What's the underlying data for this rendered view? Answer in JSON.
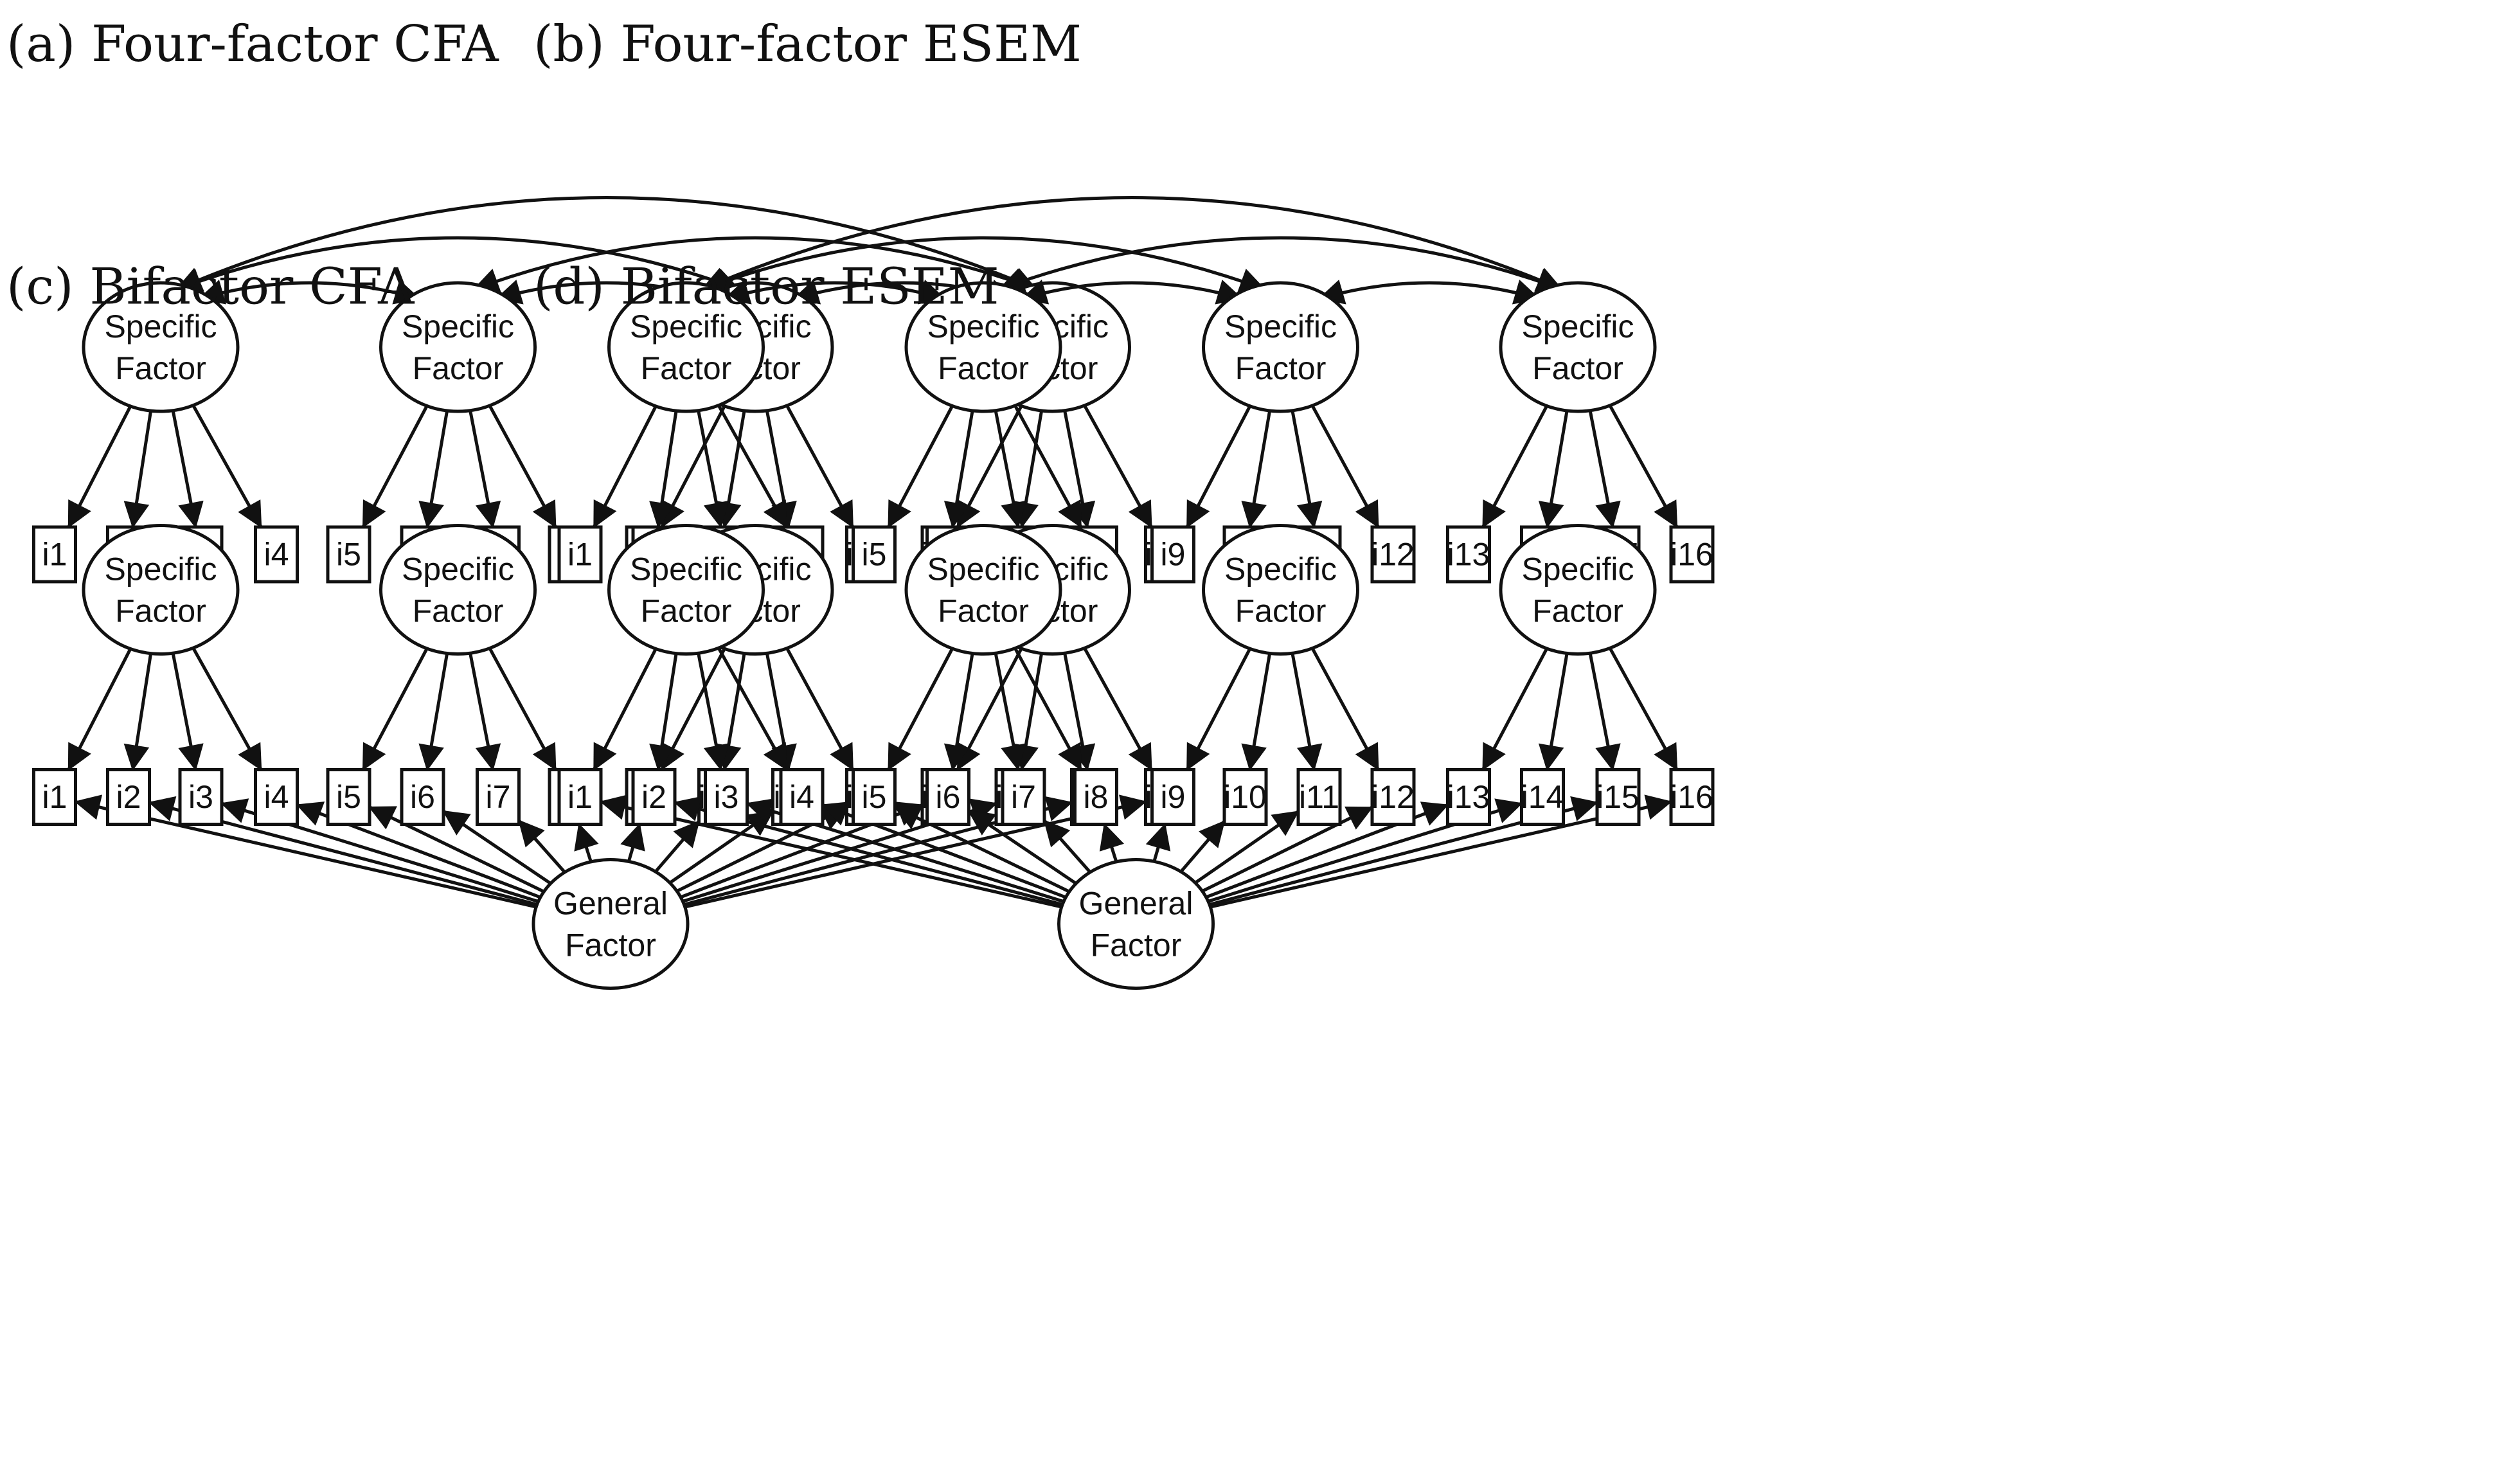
{
  "panels": [
    {
      "title": "(a) Four-factor CFA",
      "general": false,
      "esem": false
    },
    {
      "title": "(b) Four-factor ESEM",
      "general": false,
      "esem": true
    },
    {
      "title": "(c) Bifactor CFA",
      "general": true,
      "esem": false
    },
    {
      "title": "(d) Bifactor ESEM",
      "general": true,
      "esem": true
    }
  ],
  "specific_factor_label": [
    "Specific",
    "Factor"
  ],
  "general_factor_label": [
    "General",
    "Factor"
  ],
  "items": [
    "i1",
    "i2",
    "i3",
    "i4",
    "i5",
    "i6",
    "i7",
    "i8",
    "i9",
    "i10",
    "i11",
    "i12",
    "i13",
    "i14",
    "i15",
    "i16"
  ]
}
